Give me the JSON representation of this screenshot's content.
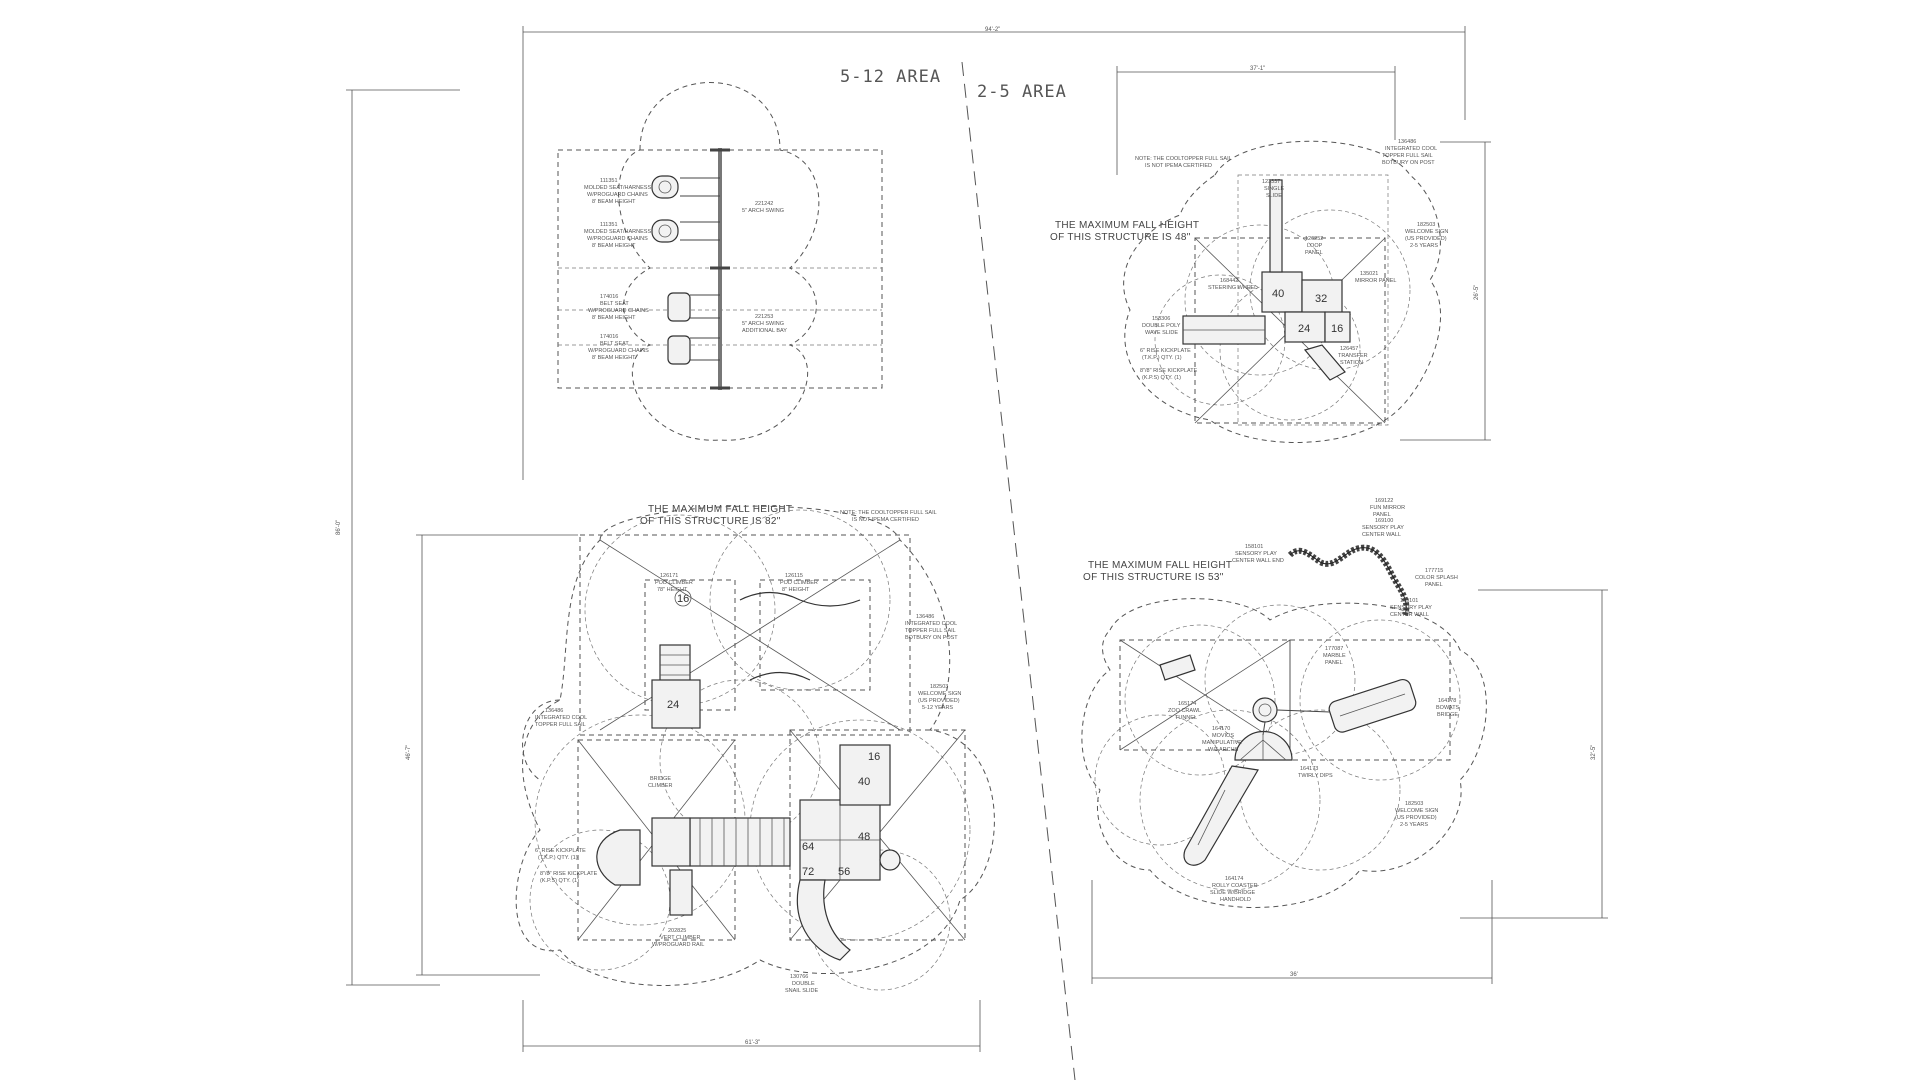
{
  "areas": {
    "older": "5-12 AREA",
    "younger": "2-5 AREA"
  },
  "fall_heights": {
    "structure_large": [
      "THE MAXIMUM FALL HEIGHT",
      "OF THIS STRUCTURE IS 82\""
    ],
    "structure_small": [
      "THE MAXIMUM FALL HEIGHT",
      "OF THIS STRUCTURE IS 48\""
    ],
    "structure_sensory": [
      "THE MAXIMUM FALL HEIGHT",
      "OF THIS STRUCTURE IS 53\""
    ]
  },
  "notes": {
    "large": [
      "NOTE: THE COOLTOPPER FULL SAIL",
      "IS NOT IPEMA CERTIFIED"
    ],
    "small": [
      "NOTE: THE COOLTOPPER FULL SAIL",
      "IS NOT IPEMA CERTIFIED"
    ]
  },
  "deck_numbers": {
    "large": [
      "16",
      "24",
      "64",
      "72",
      "56",
      "48",
      "40",
      "16"
    ],
    "small": [
      "40",
      "32",
      "24",
      "16"
    ]
  },
  "swing_labels": [
    [
      "111351",
      "MOLDED SEAT/HARNESS",
      "W/PROGUARD CHAINS",
      "8' BEAM HEIGHT"
    ],
    [
      "111351",
      "MOLDED SEAT/HARNESS",
      "W/PROGUARD CHAINS",
      "8' BEAM HEIGHT"
    ],
    [
      "221242",
      "5\" ARCH SWING"
    ],
    [
      "174016",
      "BELT SEAT",
      "W/PROGUARD CHAINS",
      "8' BEAM HEIGHT"
    ],
    [
      "174016",
      "BELT SEAT",
      "W/PROGUARD CHAINS",
      "8' BEAM HEIGHT"
    ],
    [
      "221253",
      "5\" ARCH SWING",
      "ADDITIONAL BAY"
    ]
  ],
  "small_labels": [
    [
      "136486",
      "INTEGRATED COOL",
      "TOPPER FULL SAIL",
      "BOTBURY ON POST"
    ],
    [
      "123337",
      "SINGLE",
      "SLIDE"
    ],
    [
      "182503",
      "WELCOME SIGN",
      "(US PROVIDED)",
      "2-5 YEARS"
    ],
    [
      "126252",
      "LOOP",
      "PANEL"
    ],
    [
      "153306",
      "DOUBLE POLY",
      "WAVE SLIDE"
    ],
    [
      "6\" RISE KICKPLATE",
      "(T.K.P.) QTY. (1)"
    ],
    [
      "8\"/8\" RISE KICKPLATE",
      "(K.P.S) QTY. (1)"
    ],
    [
      "168442",
      "STEERING WHEEL"
    ],
    [
      "135021",
      "MIRROR PANEL"
    ],
    [
      "126457",
      "TRANSFER",
      "STATION"
    ]
  ],
  "large_labels": [
    [
      "126171",
      "POD CLIMBER",
      "78\" HEIGHT"
    ],
    [
      "126115",
      "POD CLIMBER",
      "8\" HEIGHT"
    ],
    [
      "136486",
      "INTEGRATED COOL",
      "TOPPER FULL SAIL",
      "BOTBURY ON POST"
    ],
    [
      "182503",
      "WELCOME SIGN",
      "(US PROVIDED)",
      "5-12 YEARS"
    ],
    [
      "130766",
      "DOUBLE",
      "SNAIL SLIDE"
    ],
    [
      "136486",
      "INTEGRATED COOL",
      "TOPPER FULL SAIL"
    ],
    [
      "202825",
      "VERT CLIMBER",
      "W/PROGUARD RAIL"
    ],
    [
      "6\" RISE KICKPLATE",
      "(T.K.P.) QTY. (1)"
    ],
    [
      "8\"/8\" RISE KICKPLATE",
      "(K.P.S) QTY. (1)"
    ],
    [
      "BRIDGE",
      "CLIMBER"
    ]
  ],
  "sensory_labels": [
    [
      "169122",
      "FUN MIRROR",
      "PANEL"
    ],
    [
      "169100",
      "SENSORY PLAY",
      "CENTER WALL"
    ],
    [
      "158101",
      "SENSORY PLAY",
      "CENTER WALL END"
    ],
    [
      "177715",
      "COLOR SPLASH",
      "PANEL"
    ],
    [
      "169101",
      "SENSORY PLAY",
      "CENTER WALL"
    ],
    [
      "177087",
      "MARBLE",
      "PANEL"
    ],
    [
      "164178",
      "BOWATS",
      "BRIDGE"
    ],
    [
      "182503",
      "WELCOME SIGN",
      "(US PROVIDED)",
      "2-5 YEARS"
    ],
    [
      "164174",
      "ROLLY COASTER",
      "SLIDE W/BRIDGE",
      "HANDHOLD"
    ],
    [
      "165174",
      "ZOO CRAWL",
      "TUNNEL"
    ],
    [
      "164170",
      "MOVIOS",
      "MANIPULATIVE",
      "W/3 ARCHS"
    ],
    [
      "164173",
      "TWIRLY DIPS"
    ]
  ],
  "dimensions": {
    "overall_width": "94'-2\"",
    "overall_height": "86'-0\"",
    "large_width": "61'-3\"",
    "large_height": "46'-7\"",
    "small_width": "37'-1\"",
    "small_height": "26'-5\"",
    "sensory_width": "36'",
    "sensory_height": "32'-5\""
  }
}
